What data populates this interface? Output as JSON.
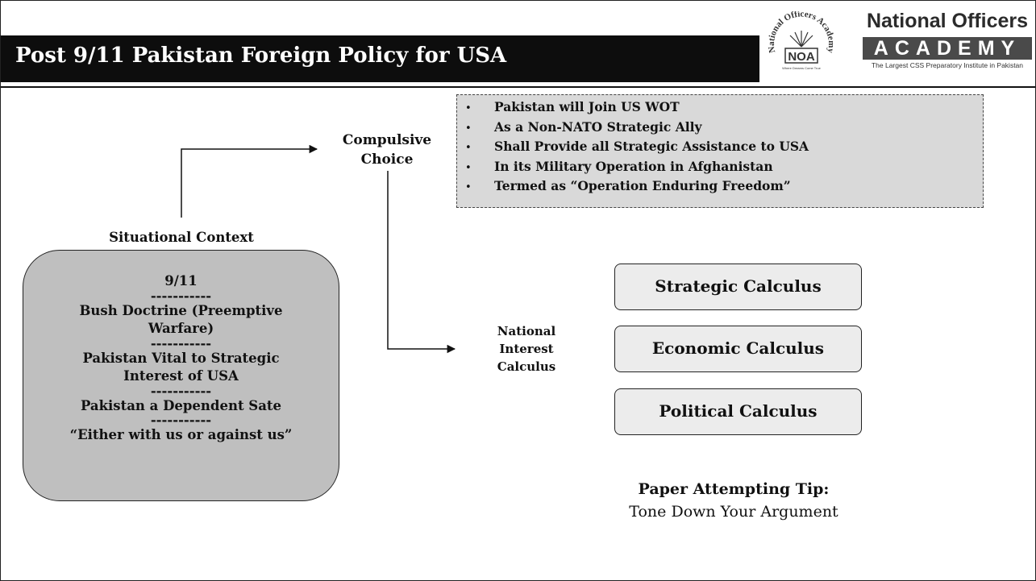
{
  "slide": {
    "title": "Post 9/11 Pakistan Foreign Policy for USA"
  },
  "logo": {
    "seal_text": "National Officers Academy",
    "seal_initials": "NOA",
    "seal_motto": "Where Dreams Come True",
    "name": "National Officers",
    "academy": "ACADEMY",
    "tagline": "The Largest CSS Preparatory Institute in Pakistan"
  },
  "compulsive_choice": {
    "label_line1": "Compulsive",
    "label_line2": "Choice",
    "bullets": [
      "Pakistan will Join US WOT",
      "As a Non-NATO Strategic Ally",
      "Shall Provide all Strategic Assistance to USA",
      "In its Military Operation in Afghanistan",
      "Termed as “Operation Enduring Freedom”"
    ]
  },
  "situational_context": {
    "label": "Situational Context",
    "separator": "-----------",
    "items": [
      "9/11",
      "Bush Doctrine (Preemptive Warfare)",
      "Pakistan Vital to Strategic Interest of USA",
      "Pakistan a Dependent Sate",
      "“Either with us or against us”"
    ]
  },
  "national_interest": {
    "label_line1": "National",
    "label_line2": "Interest",
    "label_line3": "Calculus",
    "calculi": [
      "Strategic Calculus",
      "Economic Calculus",
      "Political Calculus"
    ]
  },
  "tip": {
    "heading": "Paper Attempting Tip:",
    "text": "Tone Down Your Argument"
  },
  "colors": {
    "title_bar": "#0d0d0d",
    "context_box": "#bfbfbf",
    "bullet_box": "#d9d9d9",
    "calc_box": "#ececec",
    "logo_band": "#4a4a4a"
  }
}
